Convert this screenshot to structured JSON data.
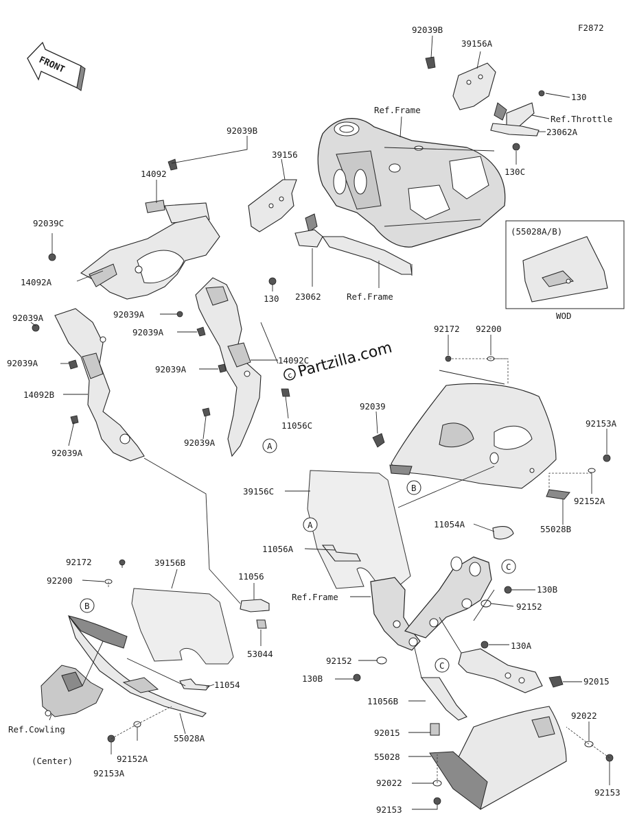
{
  "figure_code": "F2872",
  "front_arrow_label": "FRONT",
  "watermark": "Partzilla.com",
  "inset": {
    "title": "(55028A/B)",
    "caption": "WOD"
  },
  "callouts": [
    {
      "id": "c-92039B-top",
      "text": "92039B"
    },
    {
      "id": "c-39156A",
      "text": "39156A"
    },
    {
      "id": "c-130-top",
      "text": "130"
    },
    {
      "id": "c-ref-throttle",
      "text": "Ref.Throttle"
    },
    {
      "id": "c-23062A",
      "text": "23062A"
    },
    {
      "id": "c-130C",
      "text": "130C"
    },
    {
      "id": "c-ref-frame-top",
      "text": "Ref.Frame"
    },
    {
      "id": "c-92039B-mid",
      "text": "92039B"
    },
    {
      "id": "c-39156",
      "text": "39156"
    },
    {
      "id": "c-23062",
      "text": "23062"
    },
    {
      "id": "c-ref-frame-mid",
      "text": "Ref.Frame"
    },
    {
      "id": "c-130-mid",
      "text": "130"
    },
    {
      "id": "c-14092",
      "text": "14092"
    },
    {
      "id": "c-92039C",
      "text": "92039C"
    },
    {
      "id": "c-14092A",
      "text": "14092A"
    },
    {
      "id": "c-92039A-1",
      "text": "92039A"
    },
    {
      "id": "c-92039A-2",
      "text": "92039A"
    },
    {
      "id": "c-92039A-3",
      "text": "92039A"
    },
    {
      "id": "c-92039A-4",
      "text": "92039A"
    },
    {
      "id": "c-92039A-5",
      "text": "92039A"
    },
    {
      "id": "c-92039A-6",
      "text": "92039A"
    },
    {
      "id": "c-92039A-7",
      "text": "92039A"
    },
    {
      "id": "c-14092B",
      "text": "14092B"
    },
    {
      "id": "c-14092C",
      "text": "14092C"
    },
    {
      "id": "c-11056C",
      "text": "11056C"
    },
    {
      "id": "c-92172-top",
      "text": "92172"
    },
    {
      "id": "c-92200-top",
      "text": "92200"
    },
    {
      "id": "c-92039",
      "text": "92039"
    },
    {
      "id": "c-92153A-right",
      "text": "92153A"
    },
    {
      "id": "c-92152A-right",
      "text": "92152A"
    },
    {
      "id": "c-39156C",
      "text": "39156C"
    },
    {
      "id": "c-11054A",
      "text": "11054A"
    },
    {
      "id": "c-55028B",
      "text": "55028B"
    },
    {
      "id": "c-11056A",
      "text": "11056A"
    },
    {
      "id": "c-92172-bot",
      "text": "92172"
    },
    {
      "id": "c-92200-bot",
      "text": "92200"
    },
    {
      "id": "c-39156B",
      "text": "39156B"
    },
    {
      "id": "c-11056",
      "text": "11056"
    },
    {
      "id": "c-53044",
      "text": "53044"
    },
    {
      "id": "c-11054",
      "text": "11054"
    },
    {
      "id": "c-ref-cowling",
      "text": "Ref.Cowling"
    },
    {
      "id": "c-center",
      "text": "(Center)"
    },
    {
      "id": "c-92152A-bot",
      "text": "92152A"
    },
    {
      "id": "c-92153A-bot",
      "text": "92153A"
    },
    {
      "id": "c-55028A",
      "text": "55028A"
    },
    {
      "id": "c-ref-frame-bot",
      "text": "Ref.Frame"
    },
    {
      "id": "c-130B-right",
      "text": "130B"
    },
    {
      "id": "c-92152-right",
      "text": "92152"
    },
    {
      "id": "c-130A",
      "text": "130A"
    },
    {
      "id": "c-92152-left",
      "text": "92152"
    },
    {
      "id": "c-130B-left",
      "text": "130B"
    },
    {
      "id": "c-92015-right",
      "text": "92015"
    },
    {
      "id": "c-11056B",
      "text": "11056B"
    },
    {
      "id": "c-92015-left",
      "text": "92015"
    },
    {
      "id": "c-55028",
      "text": "55028"
    },
    {
      "id": "c-92022-right",
      "text": "92022"
    },
    {
      "id": "c-92022-left",
      "text": "92022"
    },
    {
      "id": "c-92153-left",
      "text": "92153"
    },
    {
      "id": "c-92153-right",
      "text": "92153"
    }
  ],
  "reference_markers": [
    {
      "id": "m-A-1",
      "text": "A"
    },
    {
      "id": "m-A-2",
      "text": "A"
    },
    {
      "id": "m-B-1",
      "text": "B"
    },
    {
      "id": "m-B-2",
      "text": "B"
    },
    {
      "id": "m-C-1",
      "text": "C"
    },
    {
      "id": "m-C-2",
      "text": "C"
    }
  ]
}
